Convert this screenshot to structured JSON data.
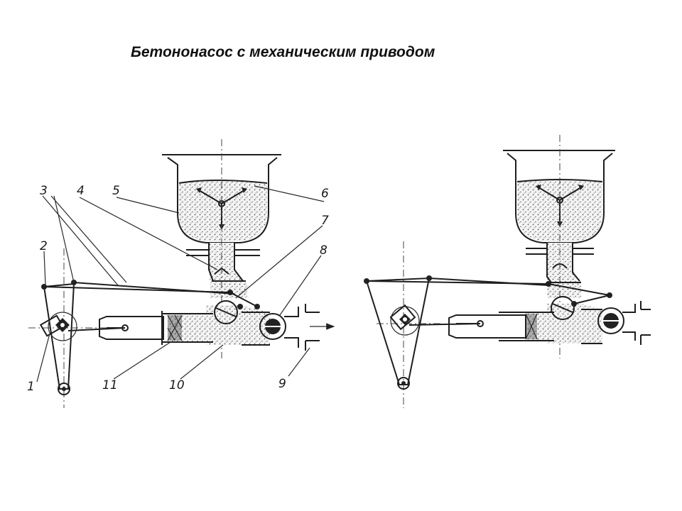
{
  "slide": {
    "title": "Бетононасос с механическим приводом"
  },
  "diagram": {
    "callouts": [
      {
        "id": "1",
        "label": "1"
      },
      {
        "id": "2",
        "label": "2"
      },
      {
        "id": "3",
        "label": "3"
      },
      {
        "id": "4",
        "label": "4"
      },
      {
        "id": "5",
        "label": "5"
      },
      {
        "id": "6",
        "label": "6"
      },
      {
        "id": "7",
        "label": "7"
      },
      {
        "id": "8",
        "label": "8"
      },
      {
        "id": "9",
        "label": "9"
      },
      {
        "id": "10",
        "label": "10"
      },
      {
        "id": "11",
        "label": "11"
      }
    ]
  }
}
